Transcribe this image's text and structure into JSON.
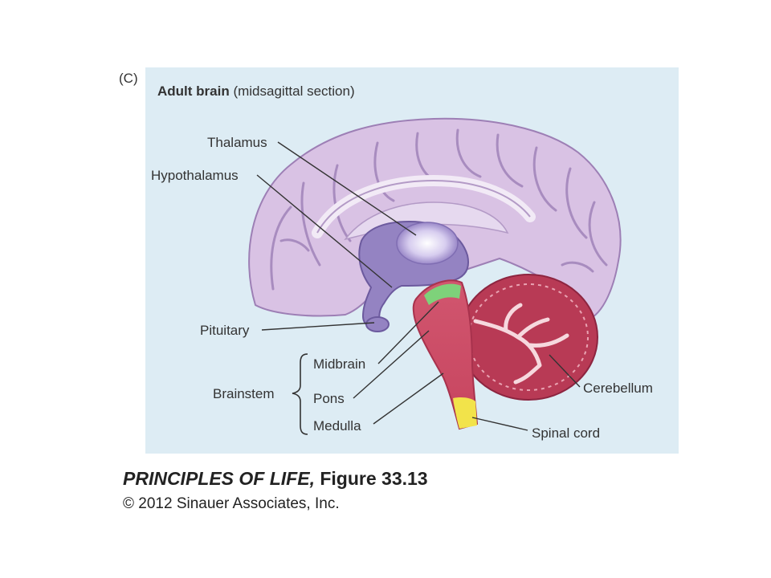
{
  "panel_letter": "(C)",
  "title": {
    "bold": "Adult brain",
    "rest": "(midsagittal section)"
  },
  "labels": {
    "thalamus": "Thalamus",
    "hypothalamus": "Hypothalamus",
    "pituitary": "Pituitary",
    "midbrain": "Midbrain",
    "brainstem": "Brainstem",
    "pons": "Pons",
    "medulla": "Medulla",
    "cerebellum": "Cerebellum",
    "spinal_cord": "Spinal cord"
  },
  "caption": {
    "book": "PRINCIPLES OF LIFE,",
    "figure": "Figure 33.13"
  },
  "copyright": "© 2012 Sinauer Associates, Inc.",
  "colors": {
    "panel_bg": "#ddecf4",
    "cerebrum": "#d9c2e4",
    "thalamus_region": "#9483c2",
    "brainstem": "#cf4a66",
    "cerebellum": "#b83a55",
    "midbrain_band": "#7ed27a",
    "spinal_cord_tip": "#f2e34a"
  }
}
